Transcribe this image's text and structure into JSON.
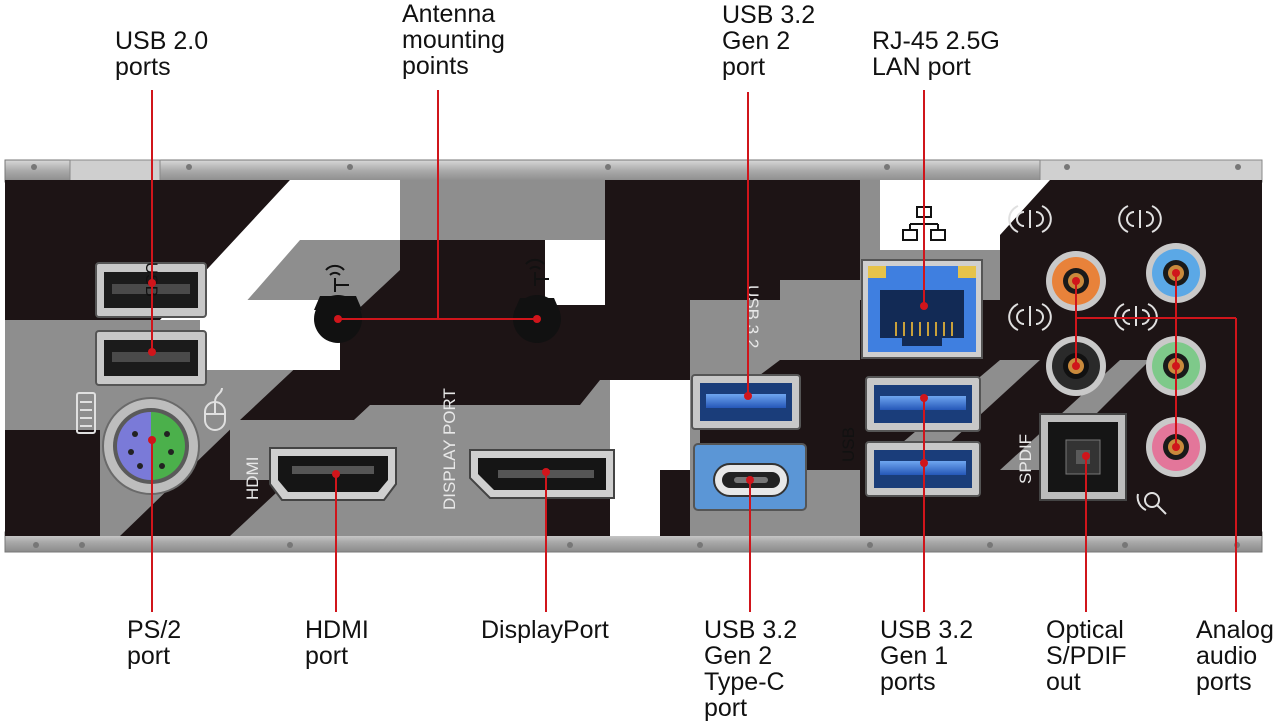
{
  "colors": {
    "leader_line": "#d0151b",
    "plate_gray": "#8e8e8e",
    "plate_black": "#1d1415",
    "plate_white": "#ffffff",
    "rail": "#b5b5b5",
    "usb2_port": "#2a2a2a",
    "usb3_port": "#2f6fd0",
    "rj45_port": "#3f7fe0",
    "audio_orange": "#e8823a",
    "audio_blue": "#5ba8e6",
    "audio_black": "#2a2a2a",
    "audio_green": "#7ec98a",
    "audio_pink": "#e3769a",
    "ps2_green": "#4bb04b",
    "ps2_purple": "#7a7ad8"
  },
  "callouts": {
    "usb20": [
      "USB 2.0",
      "ports"
    ],
    "antenna": [
      "Antenna",
      "mounting",
      "points"
    ],
    "usb32g2": [
      "USB 3.2",
      "Gen 2",
      "port"
    ],
    "rj45": [
      "RJ-45 2.5G",
      "LAN port"
    ],
    "ps2": [
      "PS/2",
      "port"
    ],
    "hdmi": [
      "HDMI",
      "port"
    ],
    "displayport": [
      "DisplayPort"
    ],
    "usbc": [
      "USB 3.2",
      "Gen 2",
      "Type-C",
      "port"
    ],
    "usb32g1": [
      "USB 3.2",
      "Gen 1",
      "ports"
    ],
    "spdif": [
      "Optical",
      "S/PDIF",
      "out"
    ],
    "audio": [
      "Analog",
      "audio",
      "ports"
    ]
  },
  "panel_labels": {
    "usb_top": "USB",
    "hdmi": "HDMI",
    "displayport": "DISPLAY PORT",
    "usb32": "USB 3.2",
    "usb_mid": "USB",
    "spdif": "SPDIF"
  },
  "icons": [
    "keyboard-icon",
    "mouse-icon",
    "wifi-antenna-icon",
    "lan-network-icon",
    "line-in-icon",
    "line-out-icon",
    "microphone-icon"
  ]
}
